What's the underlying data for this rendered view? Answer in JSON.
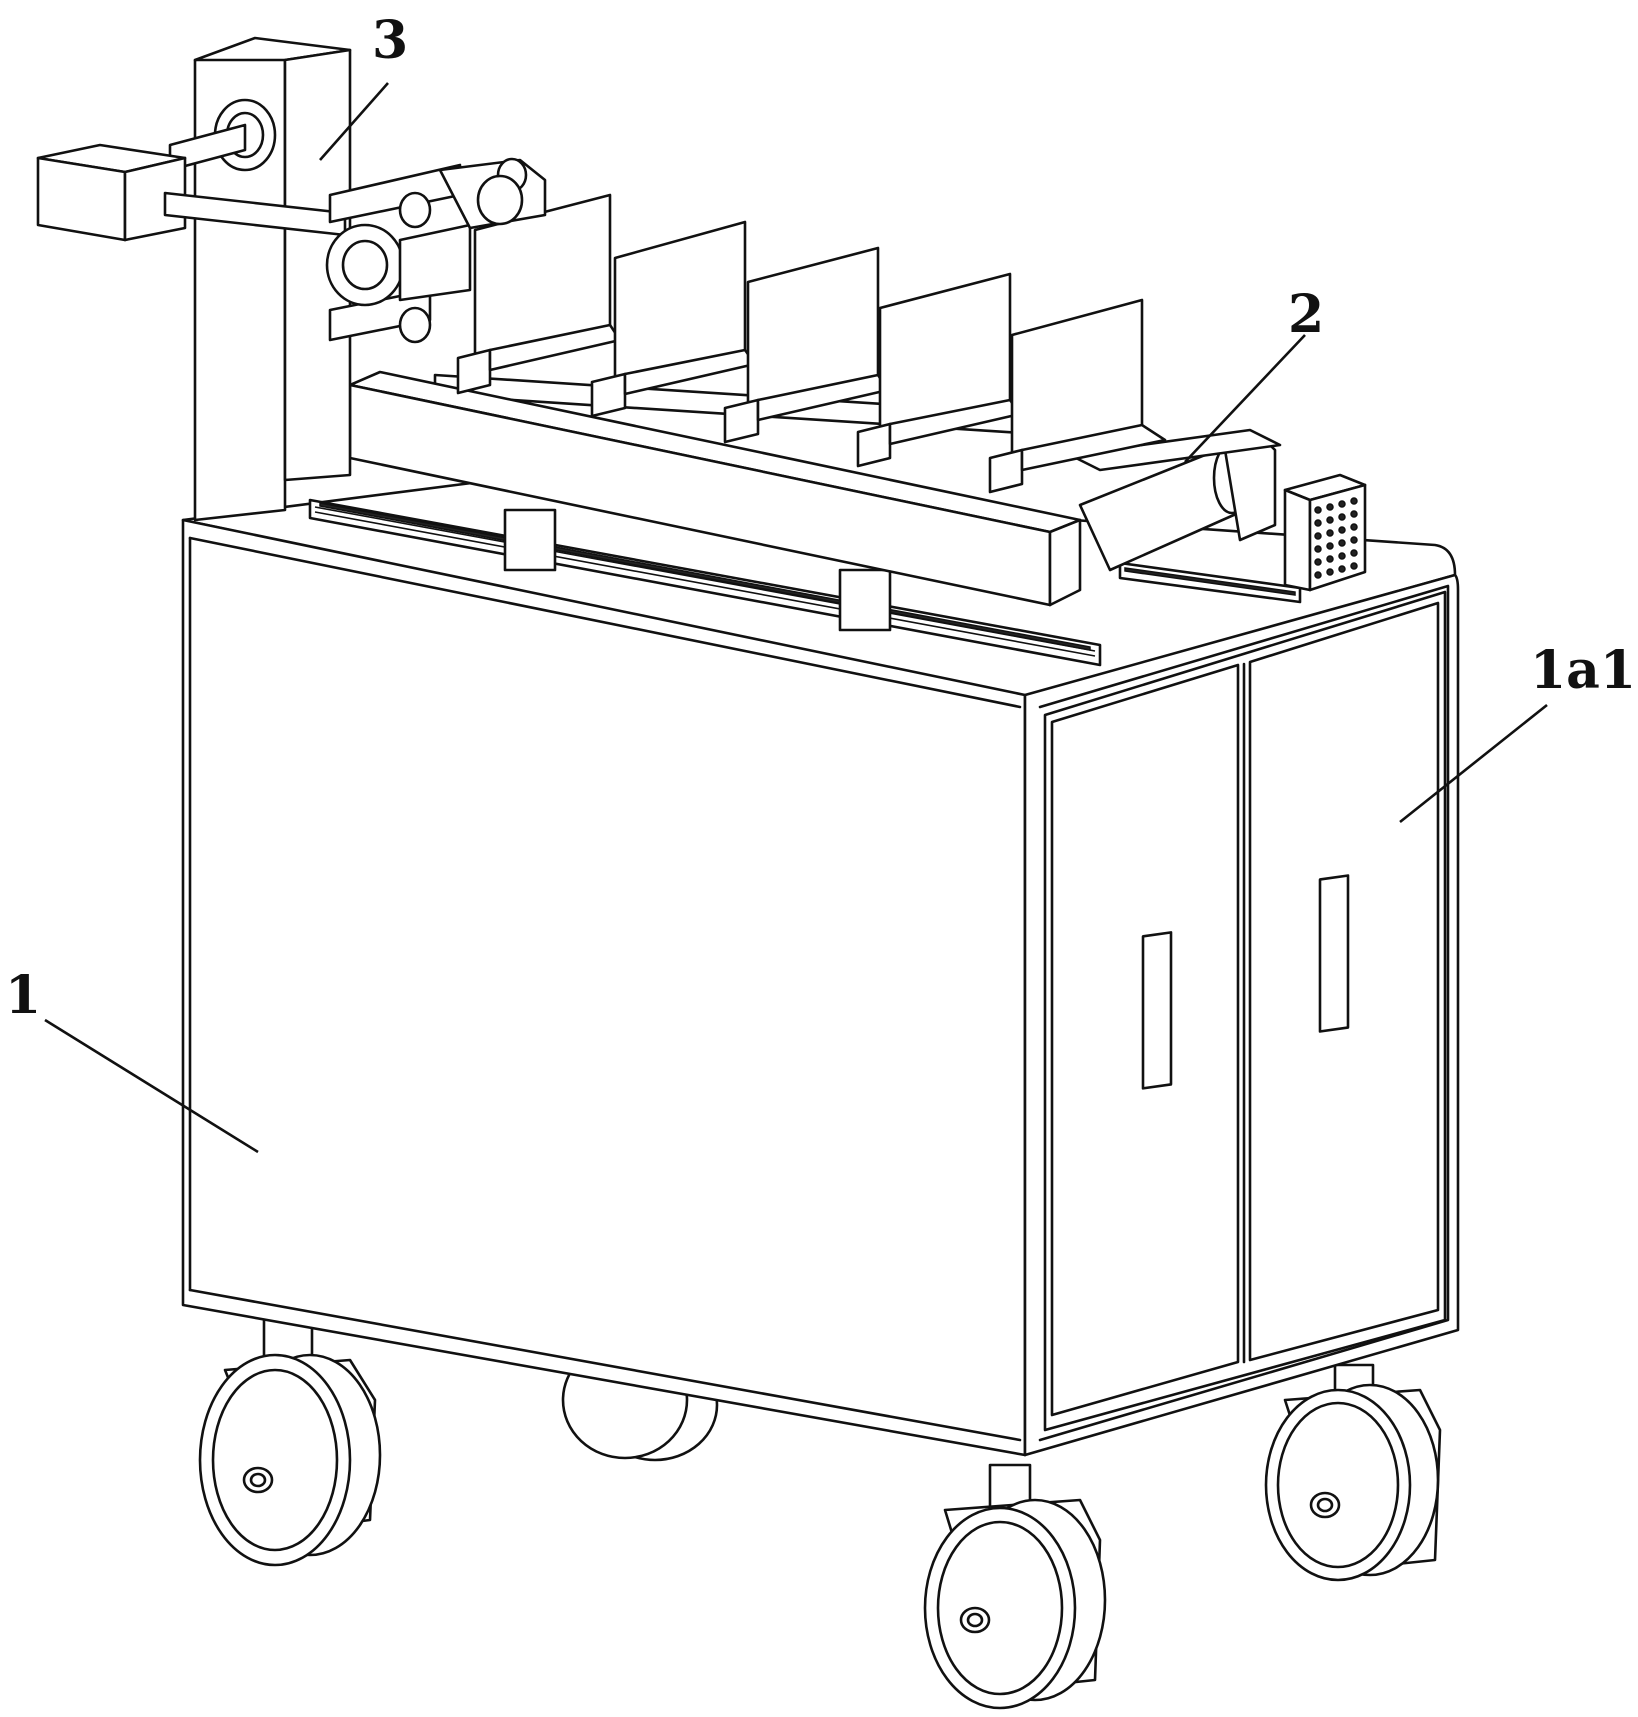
{
  "figure": {
    "labels": {
      "cart_body": "1",
      "conveyor": "2",
      "clamp_mechanism": "3",
      "cabinet_door": "1a1"
    }
  }
}
